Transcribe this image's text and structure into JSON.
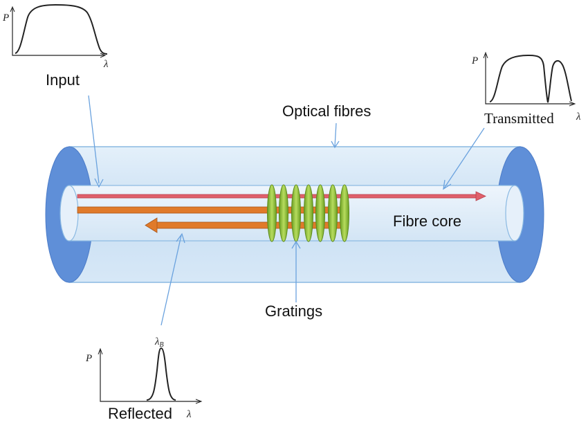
{
  "labels": {
    "input": "Input",
    "optical_fibres": "Optical fibres",
    "transmitted": "Transmitted",
    "fibre_core": "Fibre core",
    "gratings": "Gratings",
    "reflected": "Reflected"
  },
  "axes": {
    "power": "P",
    "wavelength": "λ",
    "bragg_lambda": "λ",
    "bragg_sub": "B"
  },
  "colors": {
    "cladding_fill": "#cfe3f5",
    "cladding_stroke": "#7fb0de",
    "end_face": "#5f8fd8",
    "core_fill": "#ddeaf7",
    "input_arrow": "#e0606b",
    "reflected_arrow": "#e07a2a",
    "gratings": "#8fc23a",
    "pointer_lines": "#6aa2de"
  }
}
